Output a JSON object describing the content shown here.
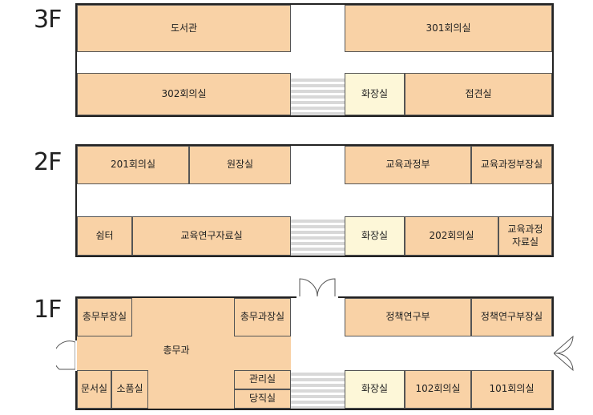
{
  "floors": {
    "f3": {
      "label": "3F",
      "rooms": {
        "library": "도서관",
        "meeting301": "301회의실",
        "meeting302": "302회의실",
        "restroom": "화장실",
        "reception": "접견실"
      }
    },
    "f2": {
      "label": "2F",
      "rooms": {
        "meeting201": "201회의실",
        "director": "원장실",
        "curriculum_policy": "교육과정부",
        "curriculum_policy_head": "교육과정부장실",
        "lounge": "쉼터",
        "research_materials": "교육연구자료실",
        "restroom": "화장실",
        "meeting202": "202회의실",
        "curriculum_materials_line1": "교육과정",
        "curriculum_materials_line2": "자료실"
      }
    },
    "f1": {
      "label": "1F",
      "rooms": {
        "general_affairs_head": "총무부장실",
        "general_affairs_section_head": "총무과장실",
        "general_affairs": "총무과",
        "policy_research": "정책연구부",
        "policy_research_head": "정책연구부장실",
        "records": "문서실",
        "supplies": "소품실",
        "management": "관리실",
        "night_duty": "당직실",
        "restroom": "화장실",
        "meeting102": "102회의실",
        "meeting101": "101회의실"
      }
    }
  },
  "colors": {
    "room": "#f9d2a6",
    "restroom": "#fdf7d8",
    "outline": "#222222",
    "stairs": "#d8d8d8"
  }
}
